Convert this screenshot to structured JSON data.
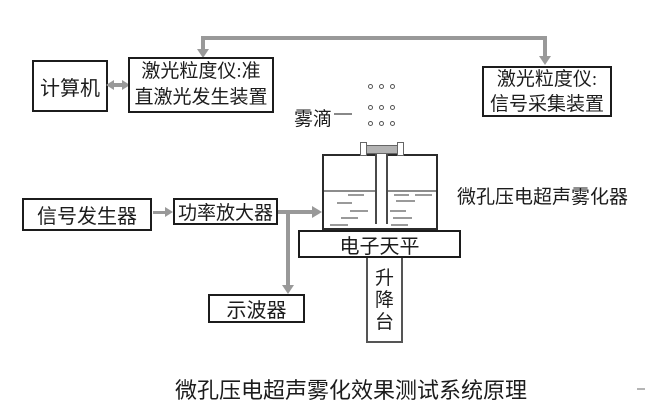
{
  "diagram": {
    "caption": "微孔压电超声雾化效果测试系统原理",
    "nodes": {
      "computer": {
        "label": "计算机"
      },
      "laser_generator": {
        "line1": "激光粒度仪:准",
        "line2": "直激光发生装置"
      },
      "laser_collector": {
        "line1": "激光粒度仪:",
        "line2": "信号采集装置"
      },
      "signal_generator": {
        "label": "信号发生器"
      },
      "power_amplifier": {
        "label": "功率放大器"
      },
      "oscilloscope": {
        "label": "示波器"
      },
      "electronic_balance": {
        "label": "电子天平"
      },
      "lifting_platform": {
        "label": "升降台"
      },
      "atomizer": {
        "label": "微孔压电超声雾化器"
      },
      "droplets": {
        "label": "雾滴"
      }
    },
    "colors": {
      "arrow": "#999999",
      "box_border": "#1c1c1c",
      "cap_fill": "#b3b3b3",
      "water_line": "#8c8c8c",
      "background": "#ffffff"
    }
  }
}
